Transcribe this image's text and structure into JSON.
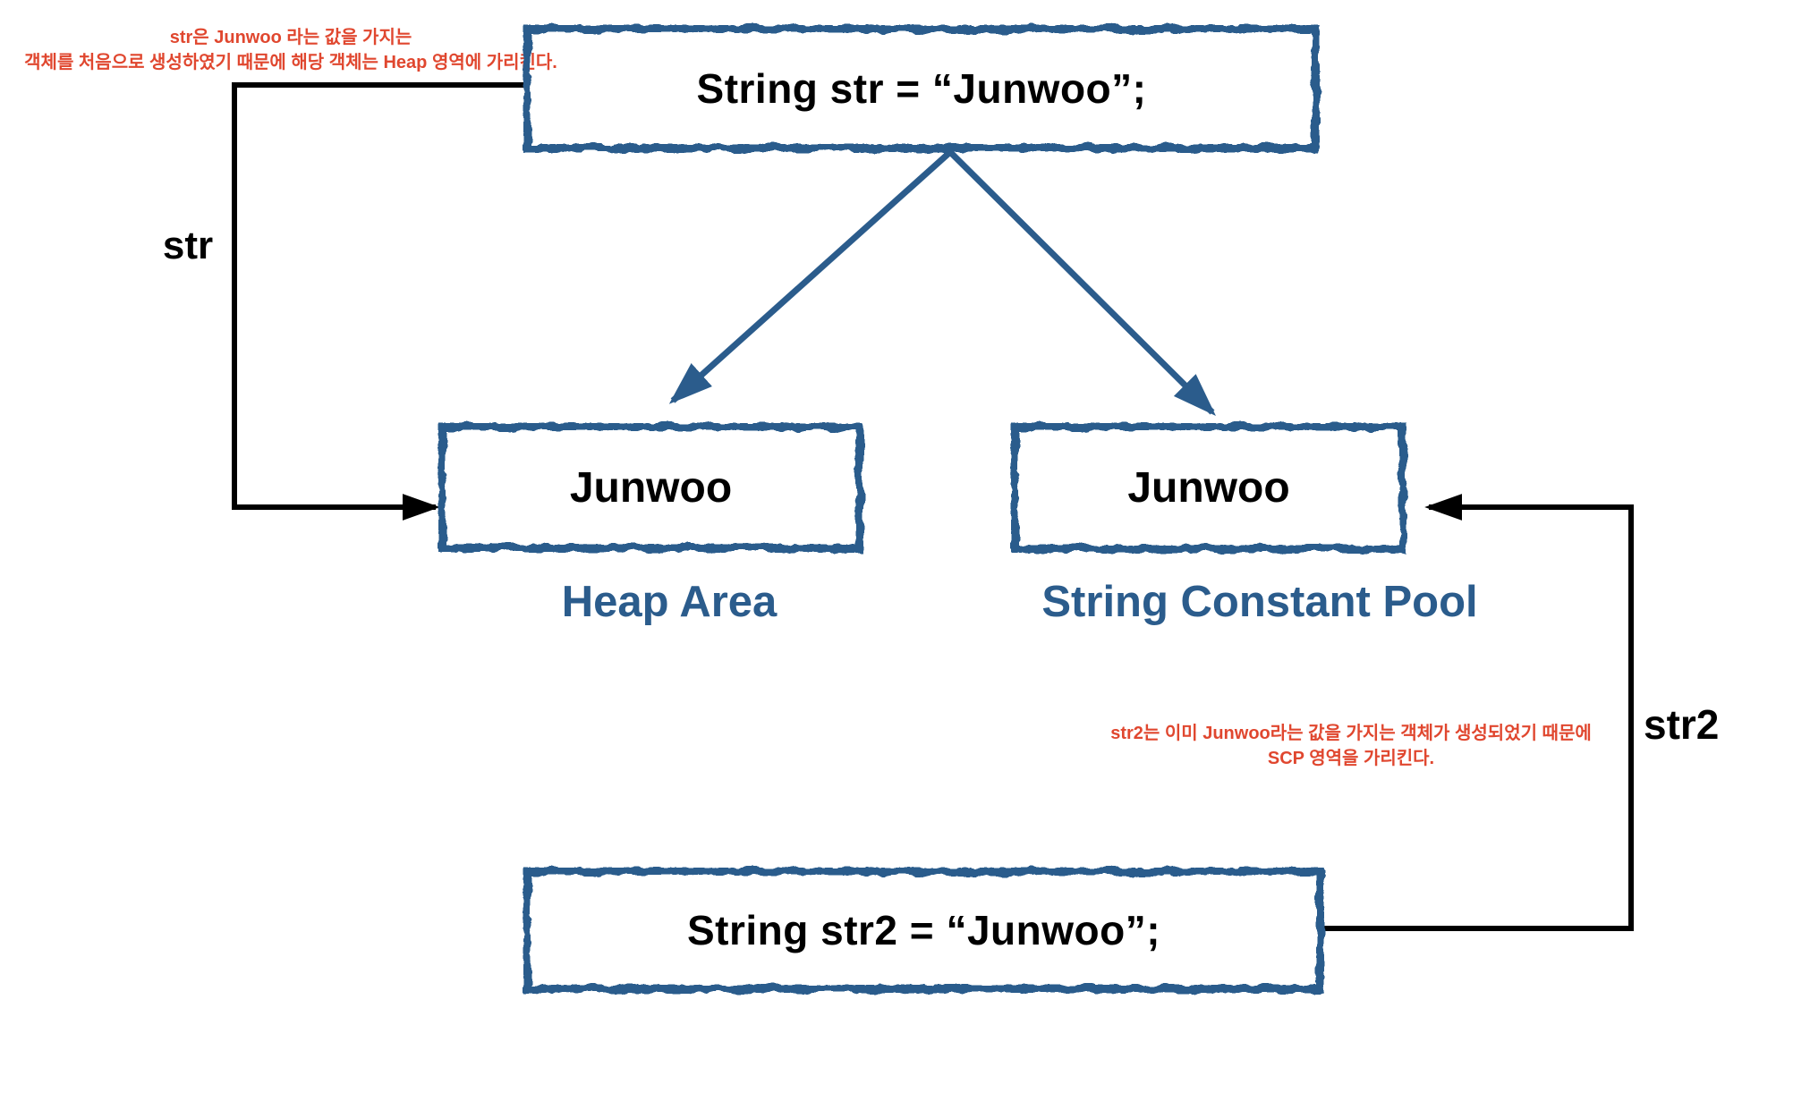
{
  "diagram": {
    "top_box": {
      "label": "String str = “Junwoo”;"
    },
    "heap_box": {
      "label": "Junwoo"
    },
    "scp_box": {
      "label": "Junwoo"
    },
    "bottom_box": {
      "label": "String str2 = “Junwoo”;"
    },
    "heap_area_caption": "Heap Area",
    "scp_caption": "String Constant Pool",
    "str_label": "str",
    "str2_label": "str2",
    "note_str": {
      "line1": "str은 Junwoo 라는 값을 가지는",
      "line2": "객체를 처음으로 생성하였기 때문에 해당 객체는 Heap 영역에 가리킨다."
    },
    "note_str2": {
      "line1": "str2는 이미 Junwoo라는 값을 가지는 객체가 생성되었기 때문에",
      "line2": "SCP 영역을 가리킨다."
    },
    "colors": {
      "box_border_navy": "#2b5c8c",
      "caption_navy": "#2b5c8c",
      "note_red": "#e0472f",
      "line_black": "#000000"
    }
  }
}
